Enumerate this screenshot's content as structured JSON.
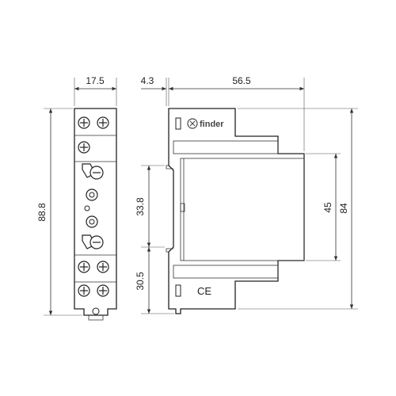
{
  "dimensions": {
    "front_width": "17.5",
    "rail_offset": "4.3",
    "side_depth": "56.5",
    "total_height_front": "88.8",
    "rail_height": "33.8",
    "lower_offset": "30.5",
    "window_height": "45",
    "total_height_side": "84"
  },
  "logo": {
    "brand_text": "finder"
  },
  "marking": {
    "ce_mark": "CE"
  },
  "colors": {
    "line": "#222222",
    "background": "#ffffff"
  }
}
